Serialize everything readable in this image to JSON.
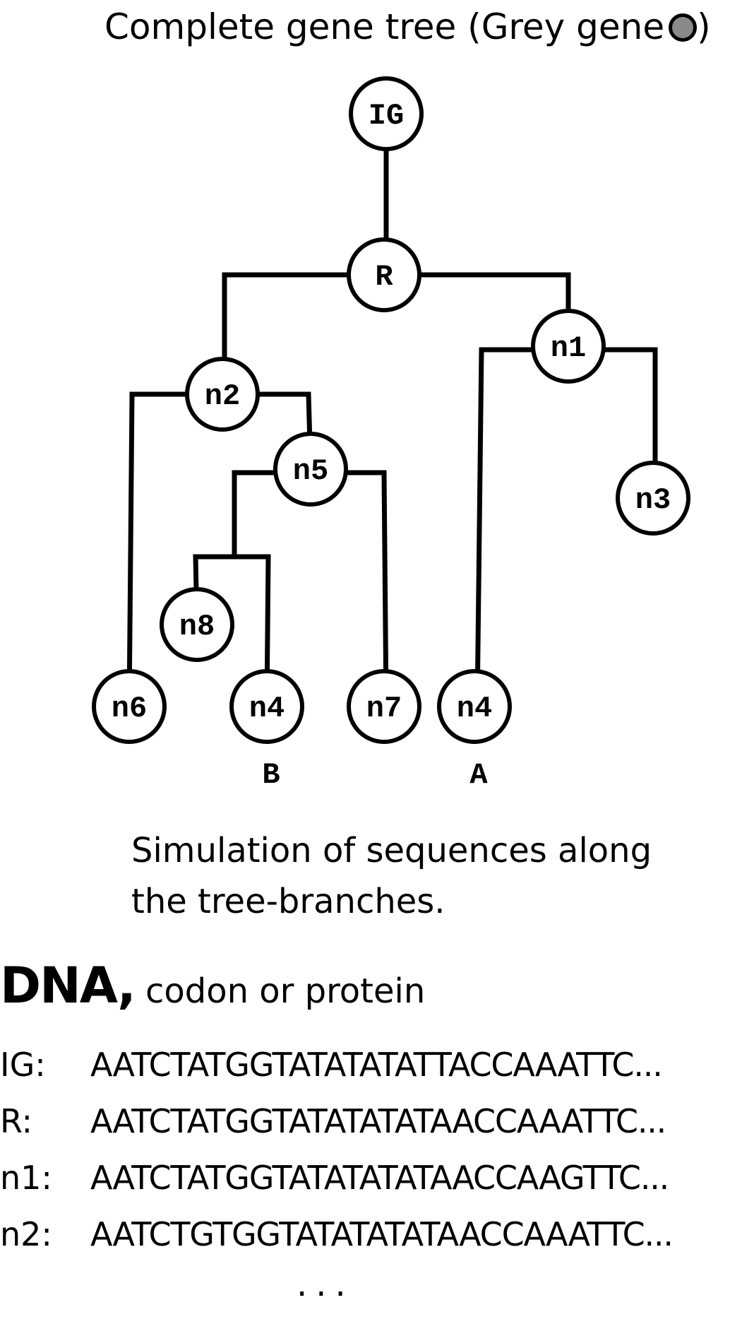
{
  "title": "Complete gene tree (Grey gene",
  "title_close": ")",
  "legend_color": "#8a8a8a",
  "tree": {
    "nodes": [
      {
        "id": "IG",
        "label": "IG"
      },
      {
        "id": "R",
        "label": "R"
      },
      {
        "id": "n1",
        "label": "n1"
      },
      {
        "id": "n2",
        "label": "n2"
      },
      {
        "id": "n3",
        "label": "n3"
      },
      {
        "id": "n5",
        "label": "n5"
      },
      {
        "id": "n8",
        "label": "n8"
      },
      {
        "id": "n6",
        "label": "n6"
      },
      {
        "id": "n4B",
        "label": "n4"
      },
      {
        "id": "n7",
        "label": "n7"
      },
      {
        "id": "n4A",
        "label": "n4"
      }
    ],
    "edges": [
      [
        "IG",
        "R"
      ],
      [
        "R",
        "n2"
      ],
      [
        "R",
        "n1"
      ],
      [
        "n1",
        "n4A"
      ],
      [
        "n1",
        "n3"
      ],
      [
        "n2",
        "n6"
      ],
      [
        "n2",
        "n5"
      ],
      [
        "n5",
        "n7"
      ],
      [
        "n5",
        "n8"
      ],
      [
        "n5",
        "n4B"
      ]
    ],
    "tip_marks": {
      "n4B": "B",
      "n4A": "A"
    }
  },
  "caption_line1": "Simulation of sequences along",
  "caption_line2": "the tree-branches.",
  "heading_big": "DNA,",
  "heading_rest": " codon or protein",
  "sequences": [
    {
      "label": "IG:",
      "seq": "AATCTATGGTATATATATTACCAAATTC..."
    },
    {
      "label": "R:",
      "seq": "AATCTATGGTATATATATAACCAAATTC..."
    },
    {
      "label": "n1:",
      "seq": "AATCTATGGTATATATATAACCAAGTTC..."
    },
    {
      "label": "n2:",
      "seq": "AATCTGTGGTATATATATAACCAAATTC..."
    }
  ],
  "ellipsis": "..."
}
